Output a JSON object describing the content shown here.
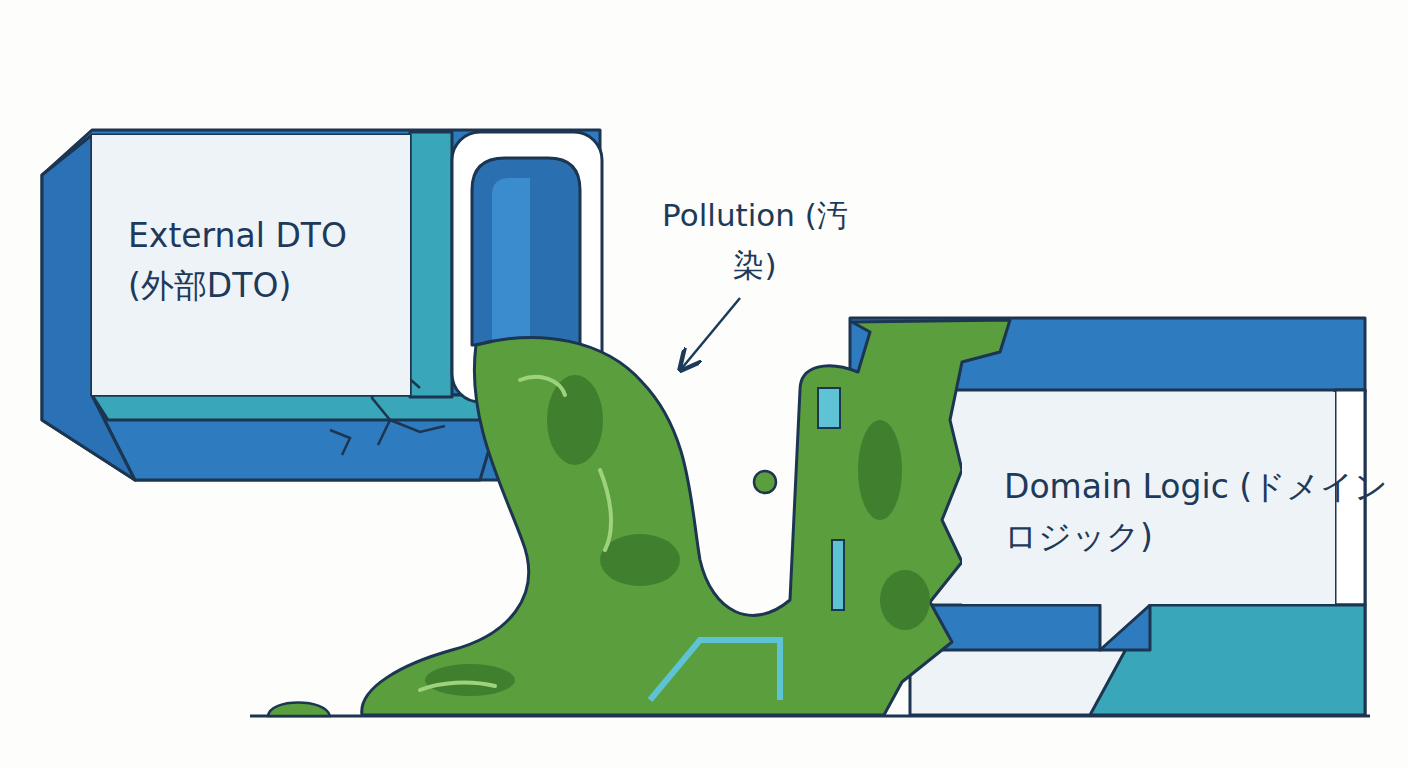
{
  "diagram": {
    "nodes": [
      {
        "text": [
          "External DTO (外部DTO)"
        ]
      },
      {
        "text": [
          "Domain Logic (ドメインロジック)"
        ]
      }
    ],
    "labels": [
      "Pollution (汚染)"
    ]
  }
}
